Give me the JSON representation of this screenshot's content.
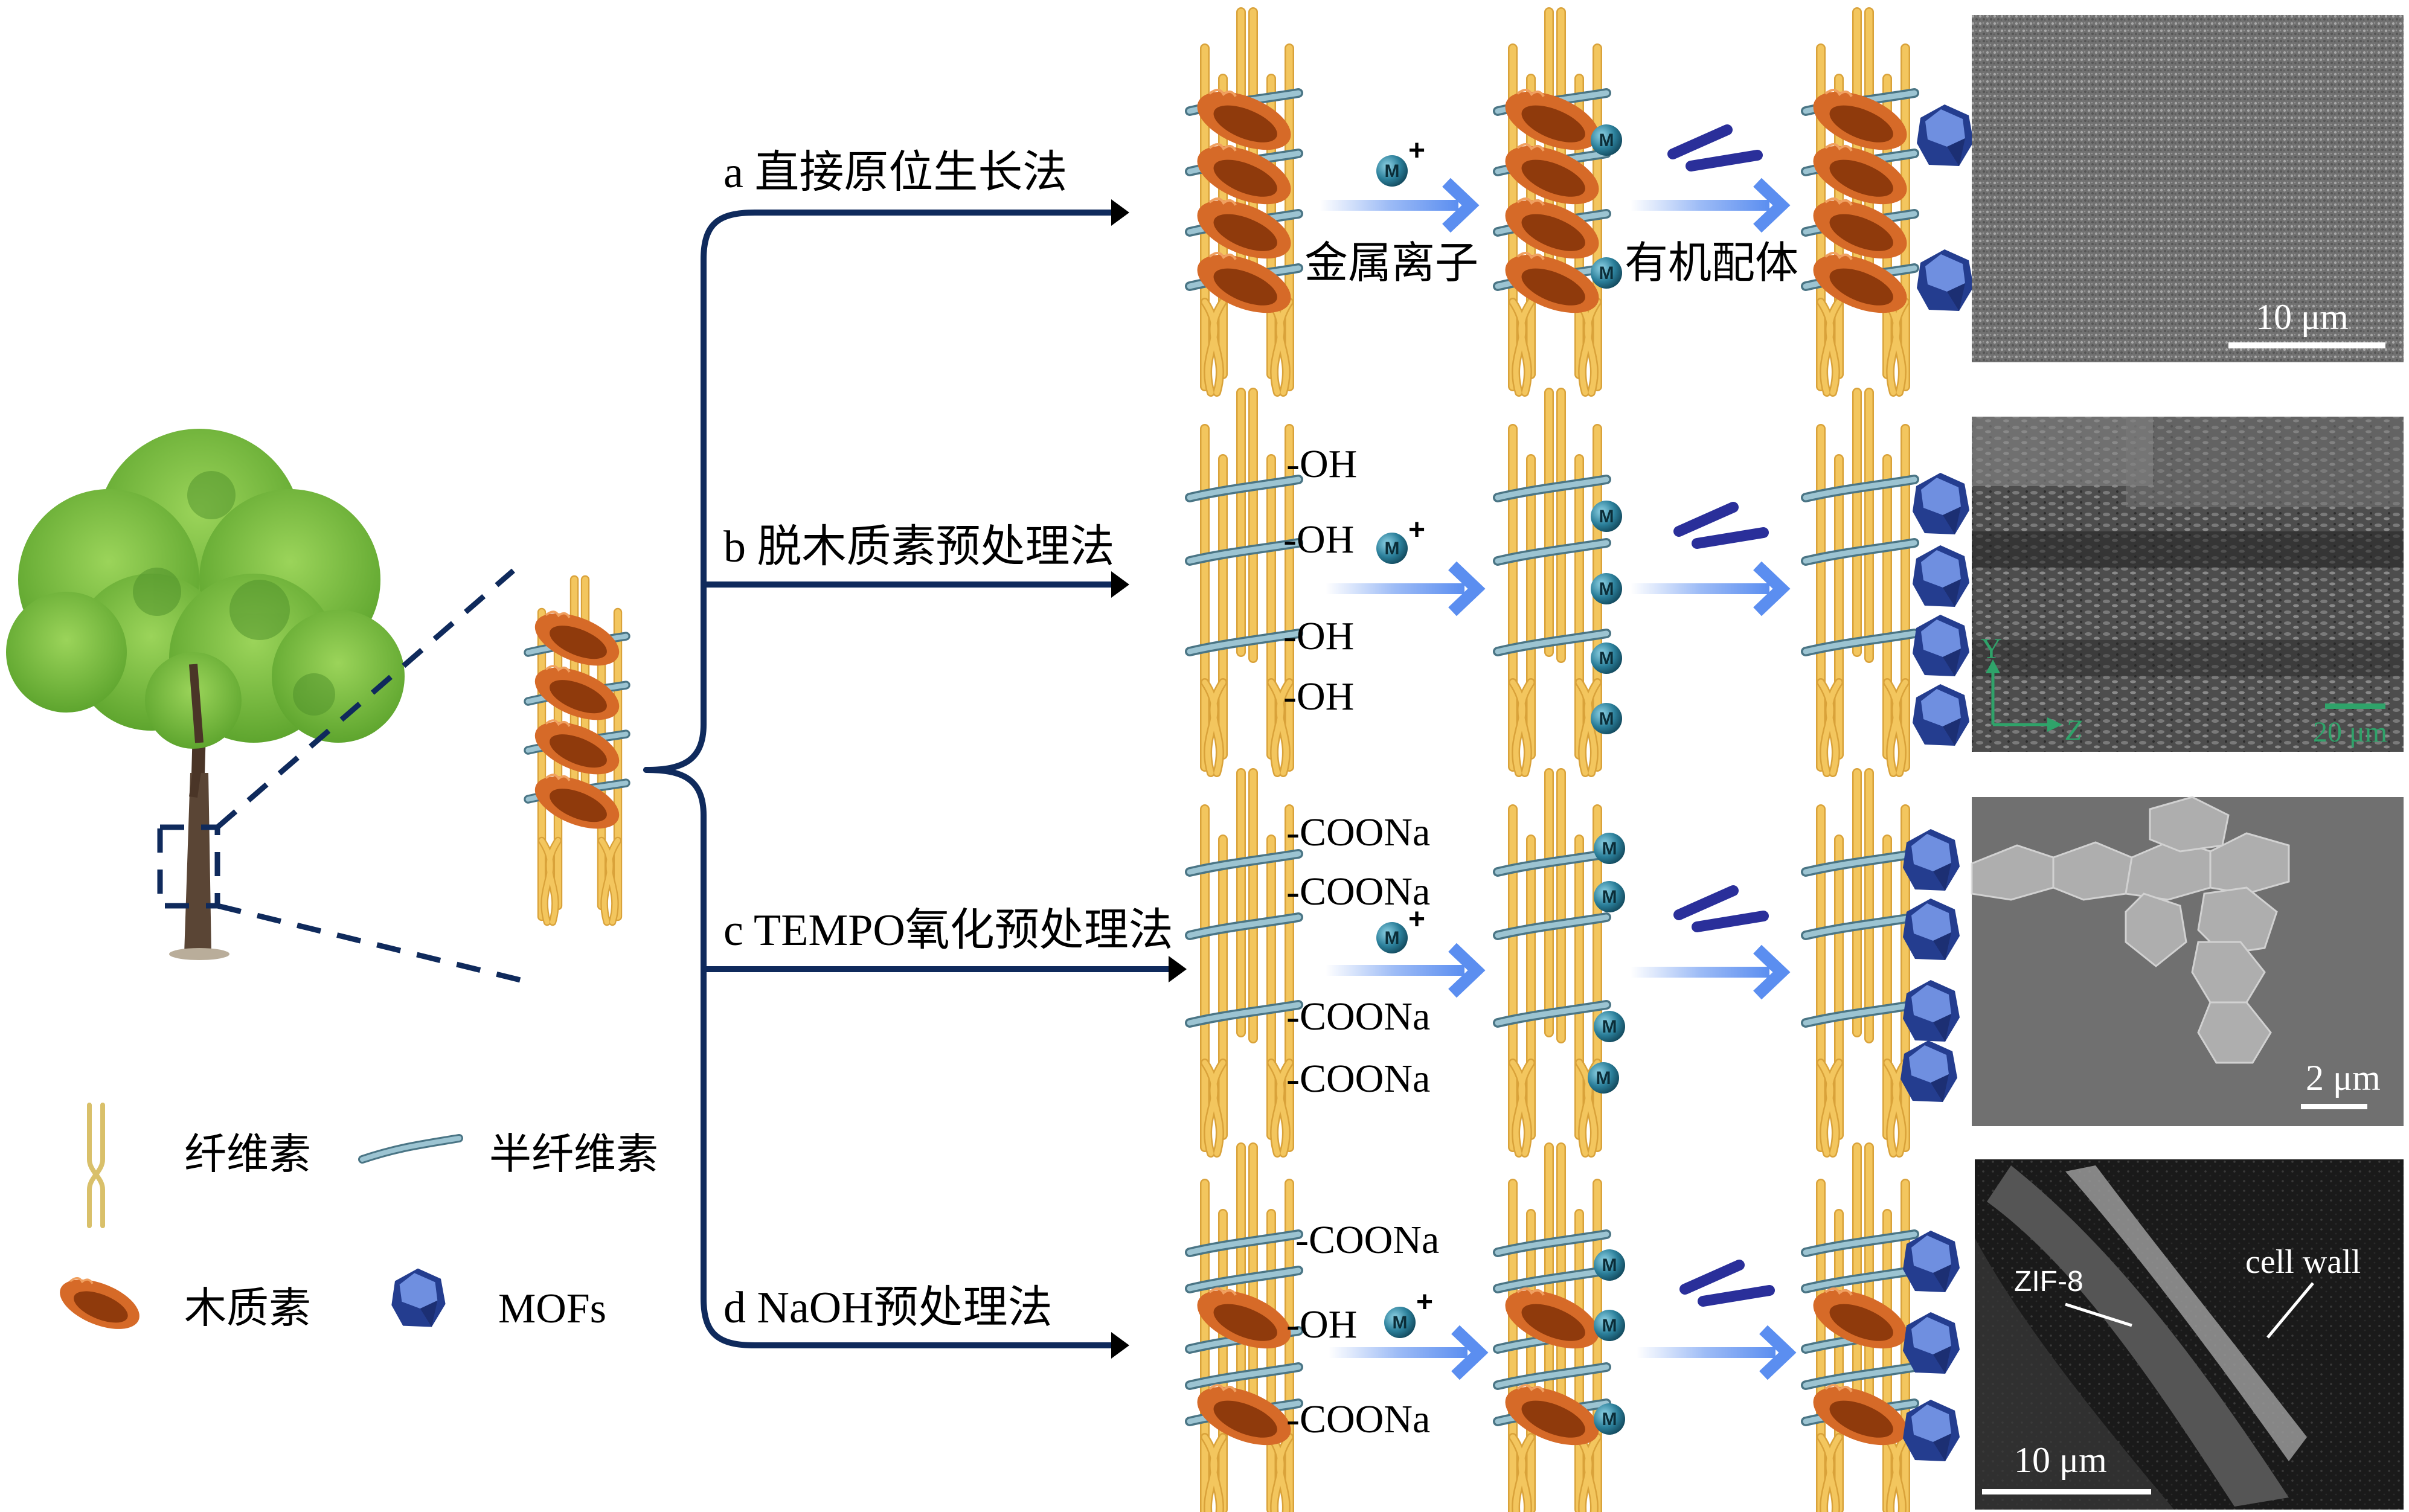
{
  "figure": {
    "branches": [
      {
        "id": "a",
        "label": "a 直接原位生长法",
        "step1_label": "金属离子",
        "step2_label": "有机配体",
        "groups": [],
        "sem_scale": "10 μm",
        "sem_notes": []
      },
      {
        "id": "b",
        "label": "b 脱木质素预处理法",
        "groups": [
          "-OH",
          "-OH",
          "-OH",
          "-OH"
        ],
        "sem_scale": "20 μm",
        "axes": {
          "y": "Y",
          "z": "Z"
        }
      },
      {
        "id": "c",
        "label": "c TEMPO氧化预处理法",
        "groups": [
          "-COONa",
          "-COONa",
          "-COONa",
          "-COONa"
        ],
        "sem_scale": "2 μm"
      },
      {
        "id": "d",
        "label": "d NaOH预处理法",
        "groups": [
          "-COONa",
          "-OH",
          "-COONa"
        ],
        "sem_scale": "10 μm",
        "sem_annotations": [
          "ZIF-8",
          "cell wall"
        ]
      }
    ],
    "metal_ion": {
      "symbol": "M",
      "charge": "+"
    },
    "legend": [
      {
        "icon": "cellulose-icon",
        "label": "纤维素"
      },
      {
        "icon": "hemicellulose-icon",
        "label": "半纤维素"
      },
      {
        "icon": "lignin-icon",
        "label": "木质素"
      },
      {
        "icon": "mof-icon",
        "label": "MOFs"
      }
    ],
    "colors": {
      "branch_line": "#0f2a5c",
      "cellulose": "#f3c65e",
      "cellulose_edge": "#d9a23a",
      "hemicellulose": "#8fb8c8",
      "lignin": "#c4571a",
      "lignin_dark": "#8f3a0c",
      "metal_ion": "#2b7f9a",
      "process_arrow": "#5b8ef0",
      "ligand": "#2a2f9a",
      "mof": "#3553b0",
      "tree_green": "#78c040",
      "scale_green": "#2fa36a"
    }
  }
}
